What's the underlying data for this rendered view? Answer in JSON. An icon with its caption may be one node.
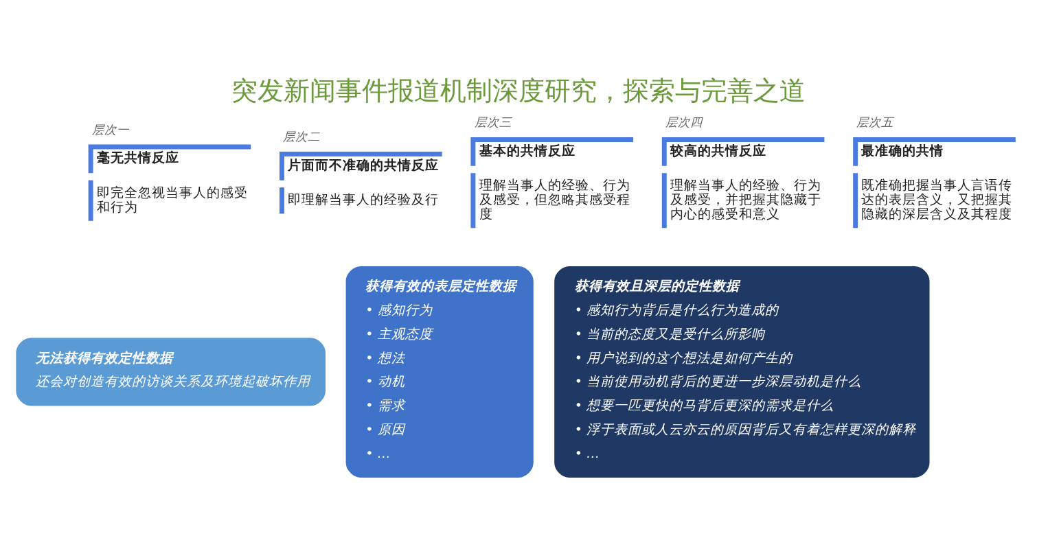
{
  "diagram": {
    "title": "突发新闻事件报道机制深度研究，探索与完善之道",
    "nodes": [
      {
        "text": [
          "层次一",
          "毫无共情反应",
          "即完全忽视当事人的感受和行为"
        ]
      },
      {
        "text": [
          "层次二",
          "片面而不准确的共情反应",
          "即理解当事人的经验及行"
        ]
      },
      {
        "text": [
          "层次三",
          "基本的共情反应",
          "理解当事人的经验、行为及感受，但忽略其感受程度"
        ]
      },
      {
        "text": [
          "层次四",
          "较高的共情反应",
          "理解当事人的经验、行为及感受，并把握其隐藏于内心的感受和意义"
        ]
      },
      {
        "text": [
          "层次五",
          "最准确的共情",
          "既准确把握当事人言语传达的表层含义，又把握其隐藏的深层含义及其程度"
        ]
      },
      {
        "text": [
          "无法获得有效定性数据",
          "还会对创造有效的访谈关系及环境起破坏作用"
        ]
      },
      {
        "text": [
          "获得有效的表层定性数据",
          "• 感知行为",
          "• 主观态度",
          "• 想法",
          "• 动机",
          "• 需求",
          "• 原因",
          "• …"
        ]
      },
      {
        "text": [
          "获得有效且深层的定性数据",
          "• 感知行为背后是什么行为造成的",
          "• 当前的态度又是受什么所影响",
          "• 用户说到的这个想法是如何产生的",
          "• 当前使用动机背后的更进一步深层动机是什么",
          "• 想要一匹更快的马背后更深的需求是什么",
          "• 浮于表面或人云亦云的原因背后又有着怎样更深的解释",
          "• …"
        ]
      }
    ],
    "edges": []
  }
}
